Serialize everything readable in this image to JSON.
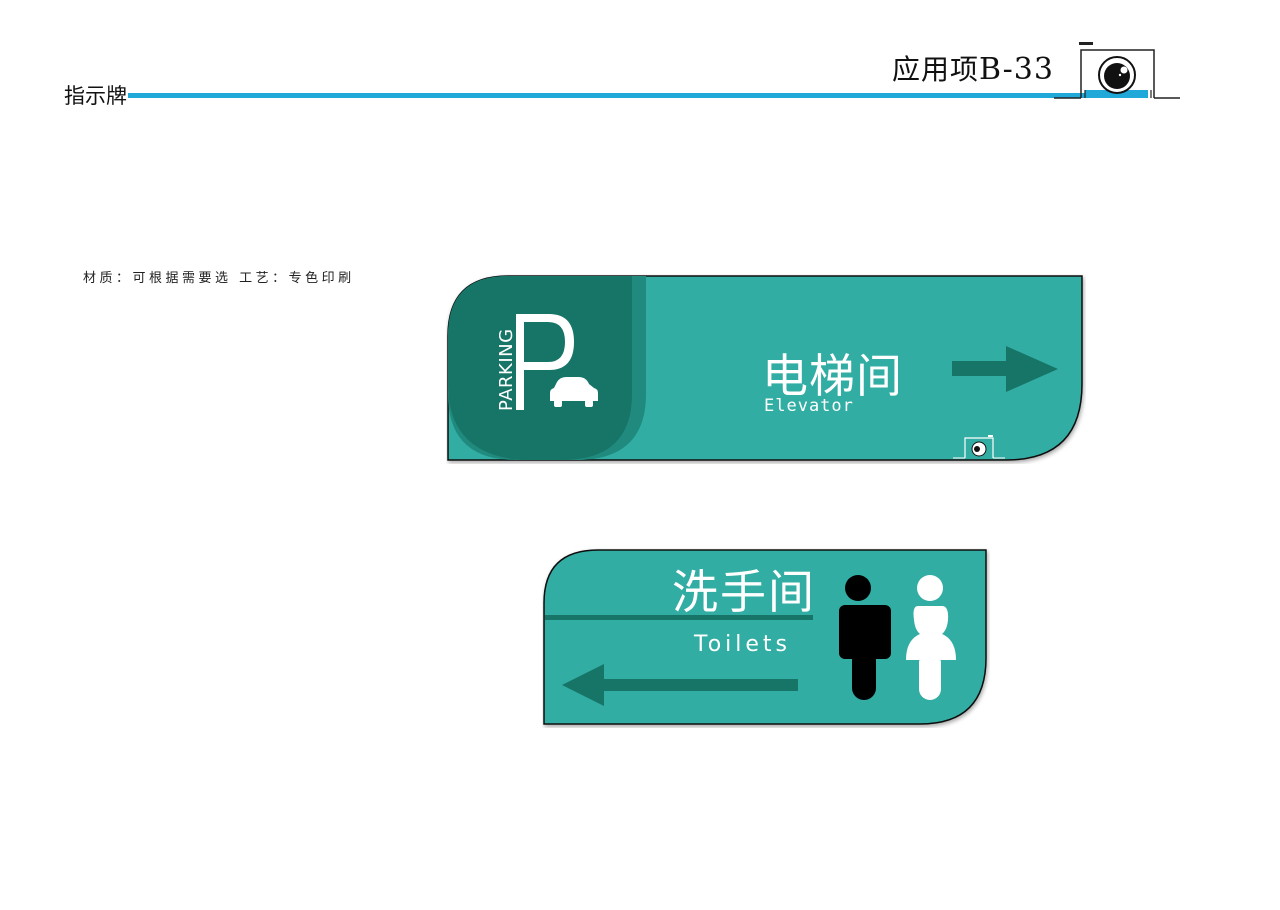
{
  "header": {
    "left_title": "指示牌",
    "right_title_prefix": "应用项",
    "right_title_code": "B-33",
    "rule_color": "#1fa8d8",
    "logo_icon": "camera-eye-icon"
  },
  "material_note": "材质：可根据需要选  工艺：专色印刷",
  "colors": {
    "sign_teal": "#30ada3",
    "sign_dark_teal": "#167567",
    "sign_mid_teal": "#1f8a7d"
  },
  "signs": [
    {
      "name": "elevator-sign",
      "parking_vertical_text": "PARKING",
      "parking_letter": "P",
      "parking_icon": "car-icon",
      "title_cn": "电梯间",
      "title_en": "Elevator",
      "arrow": "right",
      "logo_icon": "camera-eye-icon"
    },
    {
      "name": "toilet-sign",
      "title_cn": "洗手间",
      "title_en": "Toilets",
      "arrow": "left",
      "icons": [
        "man-icon",
        "woman-icon"
      ]
    }
  ]
}
